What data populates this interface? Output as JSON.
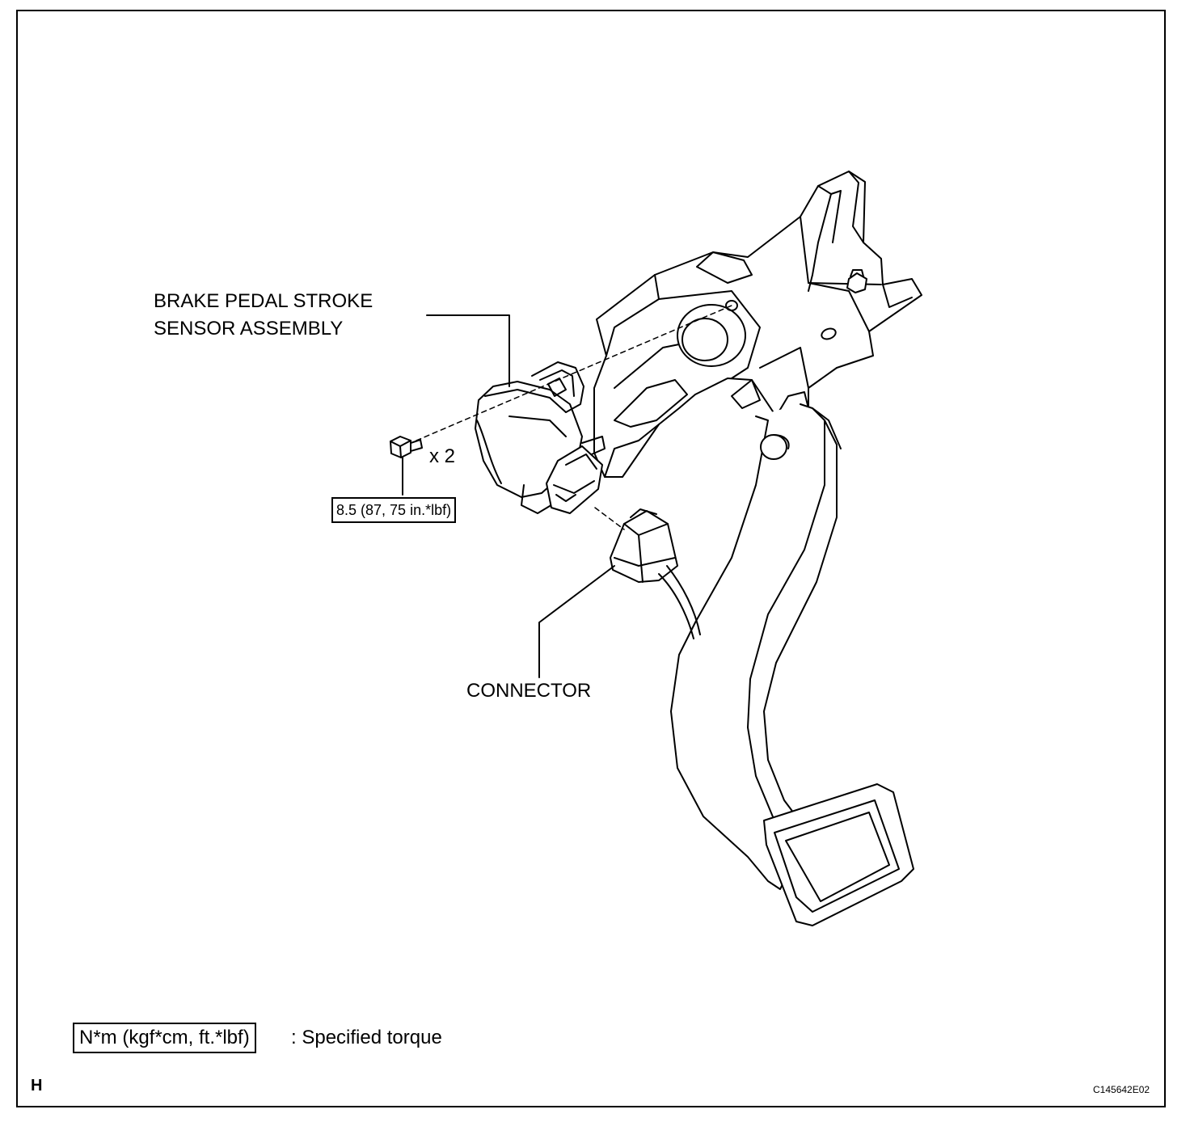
{
  "labels": {
    "sensor_line1": "BRAKE PEDAL STROKE",
    "sensor_line2": "SENSOR ASSEMBLY",
    "bolt_qty": "x 2",
    "bolt_torque": "8.5 (87, 75 in.*lbf)",
    "connector": "CONNECTOR"
  },
  "legend": {
    "symbol": "N*m (kgf*cm, ft.*lbf)",
    "description": ": Specified torque"
  },
  "footer": {
    "section_letter": "H",
    "figure_code": "C145642E02"
  }
}
